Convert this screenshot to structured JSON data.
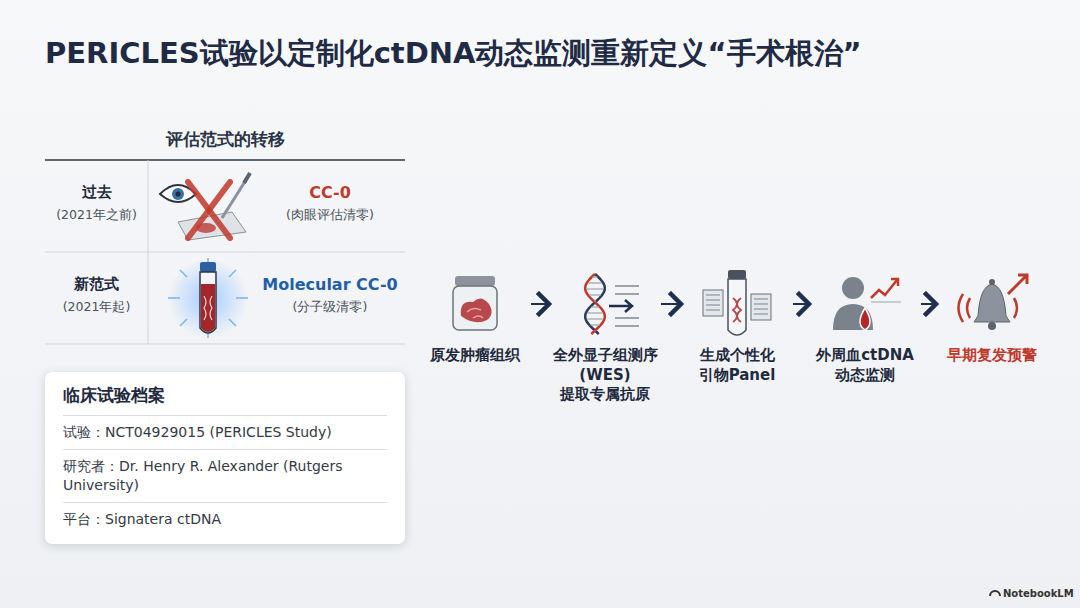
{
  "diagram": {
    "title": "PERICLES试验以定制化ctDNA动态监测重新定义“手术根治”",
    "nodes": [
      {
        "text": [
          "临床试验档案",
          "试验：NCT04929015 (PERICLES Study)",
          "研究者：Dr. Henry R. Alexander (Rutgers University)",
          "平台：Signatera ctDNA"
        ]
      },
      {
        "text": [
          "原发肿瘤组织"
        ]
      },
      {
        "text": [
          "全外显子组测序 (WES) 提取专属抗原"
        ]
      },
      {
        "text": [
          "生成个性化 引物Panel"
        ]
      },
      {
        "text": [
          "外周血ctDNA 动态监测"
        ]
      },
      {
        "text": [
          "早期复发预警"
        ]
      }
    ],
    "edges": [
      {
        "from": 1,
        "to": 2,
        "arrow": "to"
      },
      {
        "from": 2,
        "to": 3,
        "arrow": "to"
      },
      {
        "from": 3,
        "to": 4,
        "arrow": "to"
      },
      {
        "from": 4,
        "to": 5,
        "arrow": "to"
      }
    ],
    "labels": [
      "评估范式的转移",
      "过去",
      "(2021年之前)",
      "CC-0",
      "(肉眼评估清零)",
      "新范式",
      "(2021年起)",
      "Molecular CC-0",
      "(分子级清零)",
      "NotebookLM"
    ]
  }
}
